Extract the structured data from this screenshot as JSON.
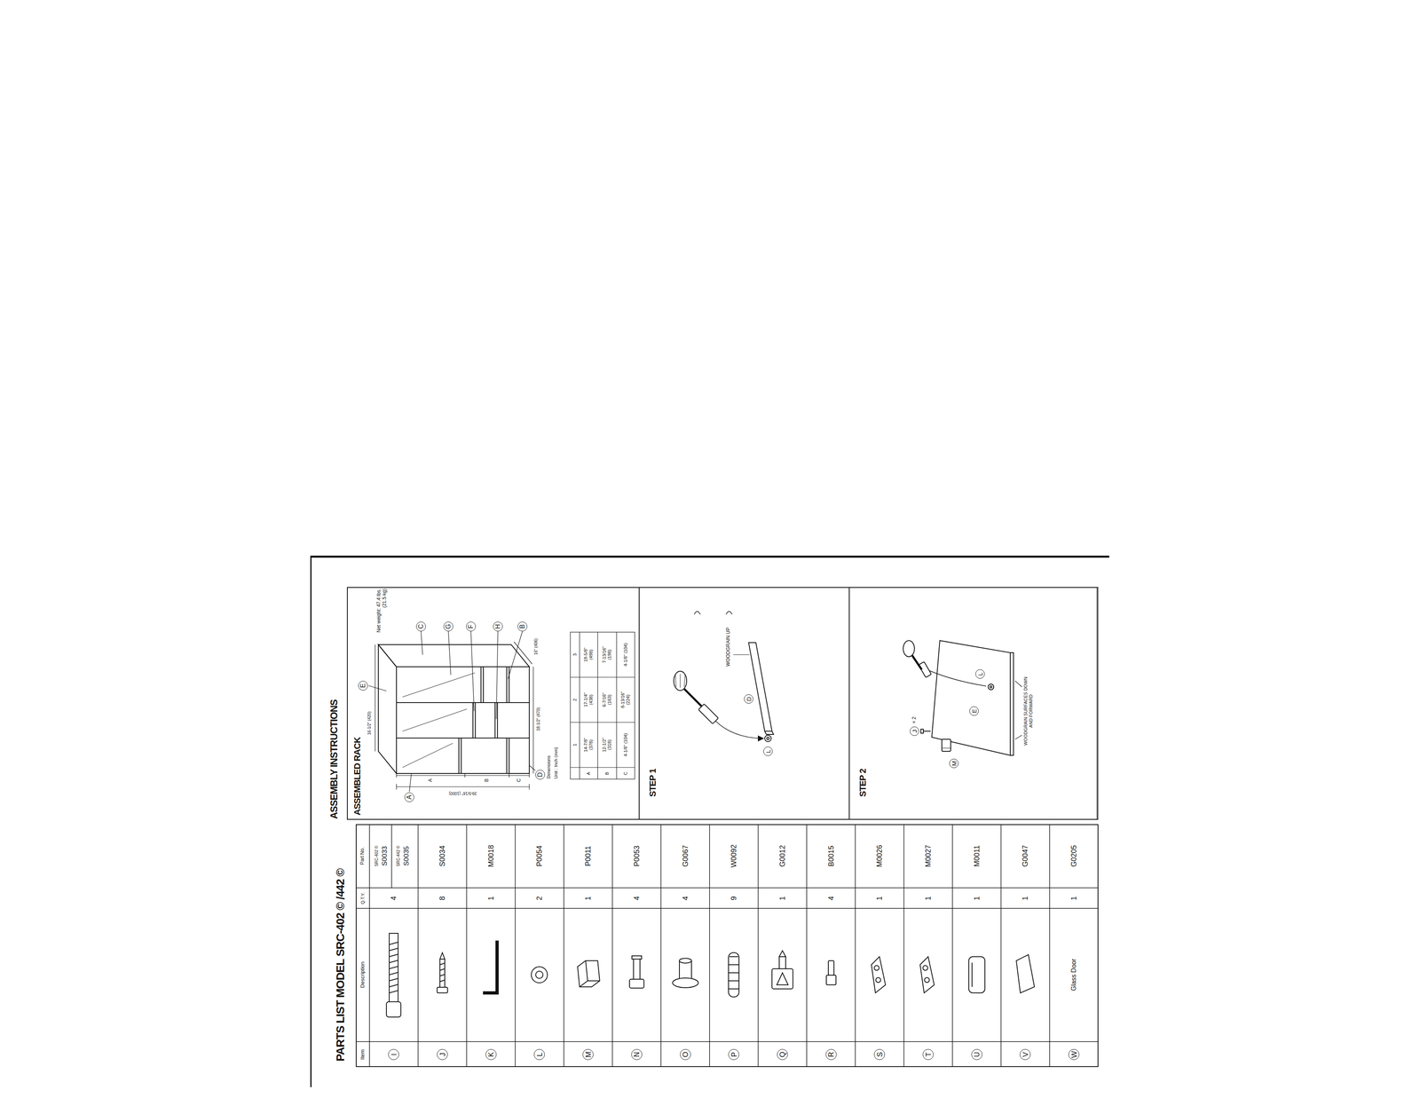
{
  "diagram": {
    "nodes": [
      {
        "text": [
          "PARTS LIST MODEL SRC-402 © /442 ©"
        ]
      },
      {
        "text": [
          "ASSEMBLY INSTRUCTIONS"
        ]
      },
      {
        "text": [
          "ASSEMBLED RACK"
        ],
        "in": 1
      },
      {
        "text": [
          "STEP 1"
        ],
        "in": 1
      },
      {
        "text": [
          "STEP 2"
        ],
        "in": 1
      }
    ],
    "labels": [
      "Item",
      "Description",
      "Q.T.Y.",
      "Part No.",
      "I",
      "4",
      "SRC-402 ©",
      "S0033",
      "SRC-442 ©",
      "S0035",
      "J",
      "8",
      "S0034",
      "K",
      "1",
      "M0018",
      "L",
      "2",
      "P0054",
      "M",
      "1",
      "P0011",
      "N",
      "4",
      "P0053",
      "O",
      "4",
      "G0067",
      "P",
      "9",
      "W0092",
      "Q",
      "1",
      "G0012",
      "R",
      "4",
      "B0015",
      "S",
      "1",
      "M0026",
      "T",
      "1",
      "M0027",
      "U",
      "1",
      "M0011",
      "V",
      "1",
      "G0047",
      "W",
      "Glass Door",
      "1",
      "G0205",
      "Net weight: 47.4 lbs. (21.5 kg)",
      "A",
      "E",
      "C",
      "G",
      "F",
      "H",
      "B",
      "D",
      "A",
      "B",
      "C",
      "16-1/2\" (420)",
      "39-5/16\" (1000)",
      "18-1/2\" (470)",
      "16\" (406)",
      "Dimensions",
      "Unit : Inch (mm)",
      "1",
      "2",
      "3",
      "A",
      "14-7/8\" (378)",
      "17-1/4\" (438)",
      "19-5/8\" (498)",
      "B",
      "12-1/2\" (318)",
      "6-7/16\" (163)",
      "7-13/16\" (198)",
      "C",
      "4-1/8\" (104)",
      "8-13/16\" (224)",
      "4-1/8\" (104)",
      "L",
      "D",
      "WOODGRAIN UP",
      "J",
      "× 2",
      "M",
      "E",
      "L",
      "WOODGRAIN SURFACES DOWN AND FORWARD"
    ]
  }
}
